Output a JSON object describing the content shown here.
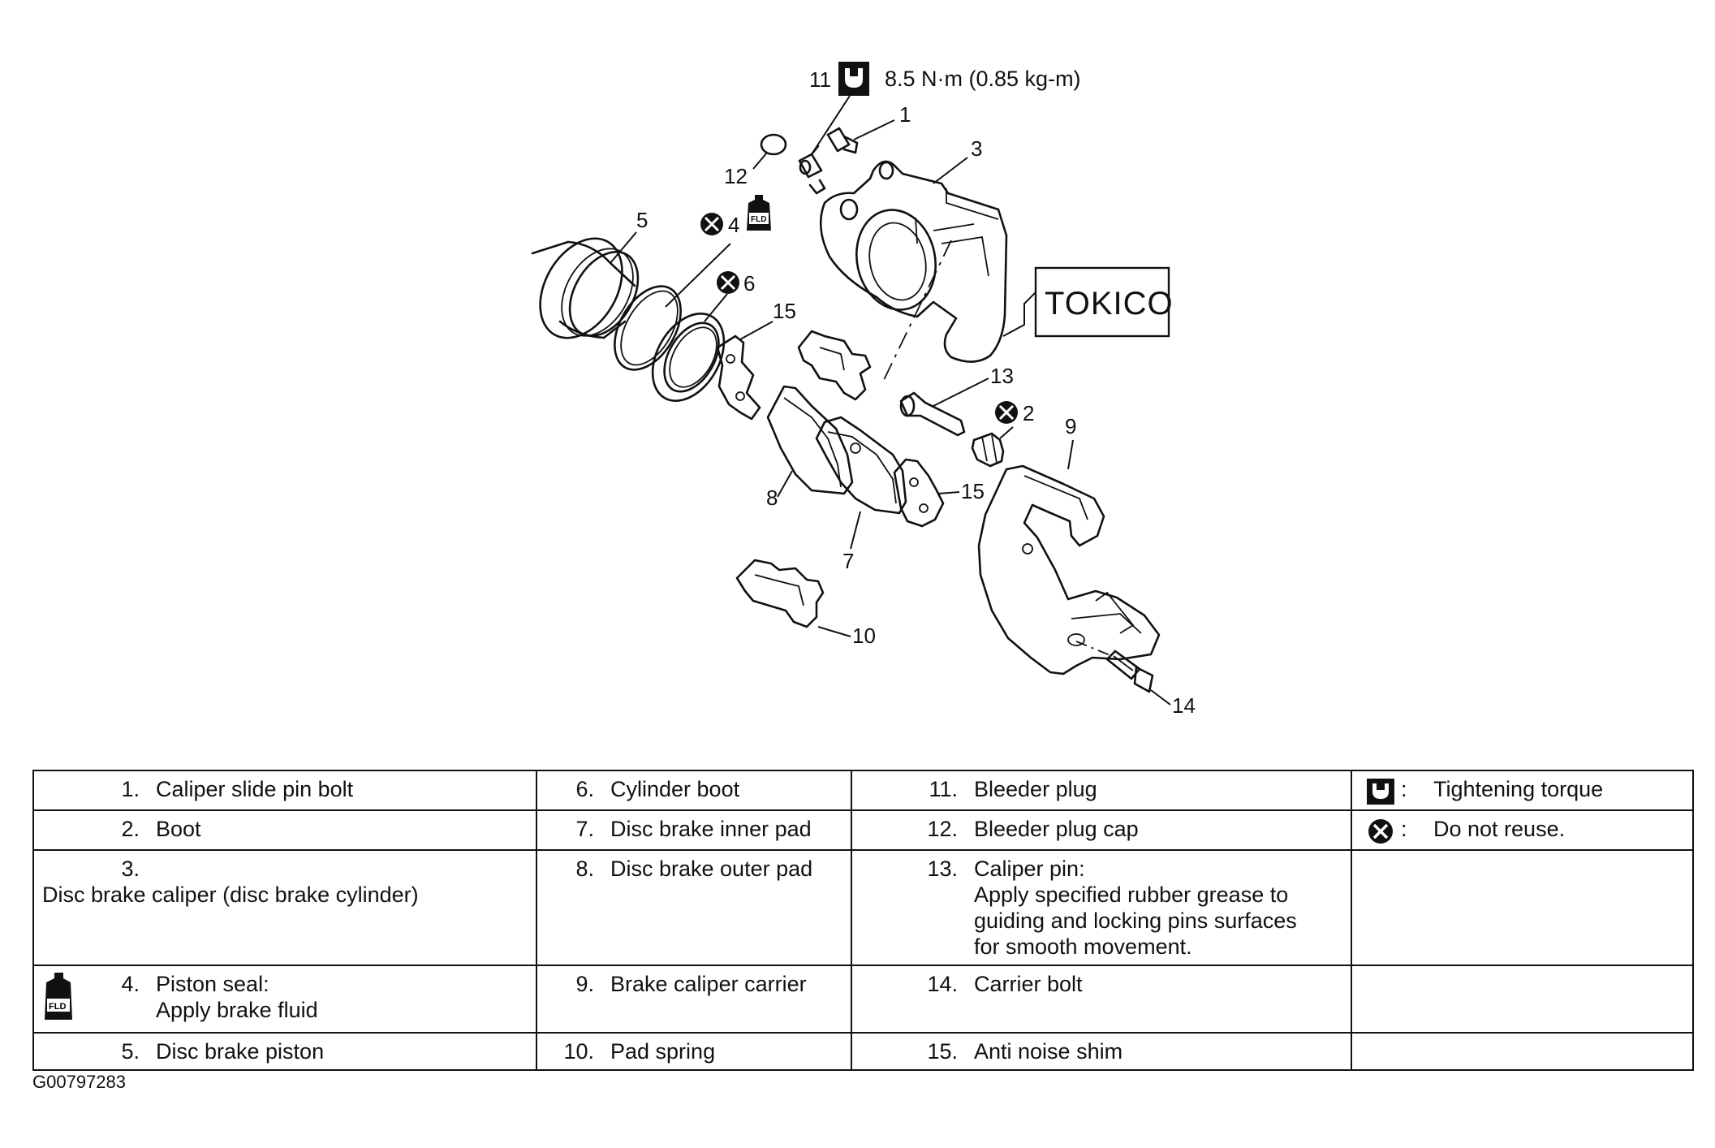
{
  "diagram": {
    "torque_spec": "8.5 N·m (0.85 kg-m)",
    "brand_label": "TOKICO",
    "callouts": {
      "c1": "1",
      "c2": "2",
      "c3": "3",
      "c4": "4",
      "c5": "5",
      "c6": "6",
      "c7": "7",
      "c8": "8",
      "c9": "9",
      "c10": "10",
      "c11": "11",
      "c12": "12",
      "c13": "13",
      "c14": "14",
      "c15a": "15",
      "c15b": "15"
    },
    "icons": {
      "torque": "torque-wrench-icon",
      "do_not_reuse": "crossed-circle-icon",
      "brake_fluid": "brake-fluid-bottle-icon",
      "brake_fluid_text": "FLD"
    }
  },
  "legend": {
    "rows": [
      {
        "c1": {
          "num": "1.",
          "text": "Caliper slide pin bolt"
        },
        "c2": {
          "num": "6.",
          "text": "Cylinder boot"
        },
        "c3": {
          "num": "11.",
          "text": "Bleeder plug"
        },
        "c4": {
          "symbol": "torque-wrench-icon",
          "colon": ":",
          "text": "Tightening torque"
        }
      },
      {
        "c1": {
          "num": "2.",
          "text": "Boot"
        },
        "c2": {
          "num": "7.",
          "text": "Disc brake inner pad"
        },
        "c3": {
          "num": "12.",
          "text": "Bleeder plug cap"
        },
        "c4": {
          "symbol": "crossed-circle-icon",
          "colon": ":",
          "text": "Do not reuse."
        }
      },
      {
        "c1": {
          "num": "3.",
          "text": "Disc brake caliper (disc brake cylinder)"
        },
        "c2": {
          "num": "8.",
          "text": "Disc brake outer pad"
        },
        "c3": {
          "num": "13.",
          "text": "Caliper pin:",
          "lines": [
            "Apply specified rubber grease to",
            "guiding and locking pins surfaces",
            "for smooth movement."
          ]
        },
        "c4": {}
      },
      {
        "c1": {
          "num": "4.",
          "text": "Piston seal:",
          "lines": [
            "Apply brake fluid"
          ],
          "symbol": "brake-fluid-bottle-icon",
          "symbol_text": "FLD"
        },
        "c2": {
          "num": "9.",
          "text": "Brake caliper carrier"
        },
        "c3": {
          "num": "14.",
          "text": "Carrier bolt"
        },
        "c4": {}
      },
      {
        "c1": {
          "num": "5.",
          "text": "Disc brake piston"
        },
        "c2": {
          "num": "10.",
          "text": "Pad spring"
        },
        "c3": {
          "num": "15.",
          "text": "Anti noise shim"
        },
        "c4": {}
      }
    ]
  },
  "document_id": "G00797283"
}
